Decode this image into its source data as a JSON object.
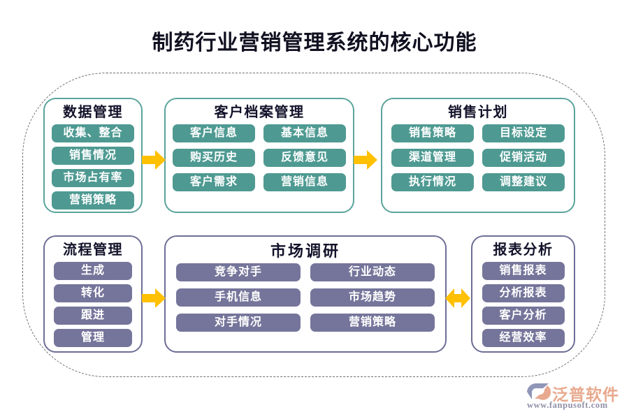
{
  "title": "制药行业营销管理系统的核心功能",
  "colors": {
    "teal": "#4e9a92",
    "teal_border": "#5aa49c",
    "purple": "#75759b",
    "purple_border": "#6e6e96",
    "arrow": "#FFC000",
    "dashed_border": "#6e6e6e",
    "title_text": "#101020",
    "brand_orange": "#e8a98e",
    "brand_gray": "#8f8fa8"
  },
  "groups": [
    {
      "id": "data",
      "title": "数据管理",
      "accent": "teal",
      "columns": 1,
      "chips": [
        "收集、整合",
        "销售情况",
        "市场占有率",
        "营销策略"
      ]
    },
    {
      "id": "customer",
      "title": "客户档案管理",
      "accent": "teal",
      "columns": 2,
      "chips": [
        "客户信息",
        "基本信息",
        "购买历史",
        "反馈意见",
        "客户需求",
        "营销信息"
      ]
    },
    {
      "id": "salesplan",
      "title": "销售计划",
      "accent": "teal",
      "columns": 2,
      "chips": [
        "销售策略",
        "目标设定",
        "渠道管理",
        "促销活动",
        "执行情况",
        "调整建议"
      ]
    },
    {
      "id": "process",
      "title": "流程管理",
      "accent": "purple",
      "columns": 1,
      "chips": [
        "生成",
        "转化",
        "跟进",
        "管理"
      ]
    },
    {
      "id": "research",
      "title": "市场调研",
      "accent": "purple",
      "columns": 2,
      "chips": [
        "竞争对手",
        "行业动态",
        "手机信息",
        "市场趋势",
        "对手情况",
        "营销策略"
      ]
    },
    {
      "id": "report",
      "title": "报表分析",
      "accent": "purple",
      "columns": 1,
      "chips": [
        "销售报表",
        "分析报表",
        "客户分析",
        "经营效率"
      ]
    }
  ],
  "arrows": [
    {
      "id": "data-to-customer",
      "from": "数据管理",
      "to": "客户档案管理",
      "direction": "right"
    },
    {
      "id": "customer-to-salesplan",
      "from": "客户档案管理",
      "to": "销售计划",
      "direction": "right"
    },
    {
      "id": "process-to-research",
      "from": "流程管理",
      "to": "市场调研",
      "direction": "right"
    },
    {
      "id": "research-to-report",
      "from": "市场调研",
      "to": "报表分析",
      "direction": "both"
    }
  ],
  "brand": {
    "name": "泛普软件",
    "url": "www.fanpusoft.com"
  }
}
